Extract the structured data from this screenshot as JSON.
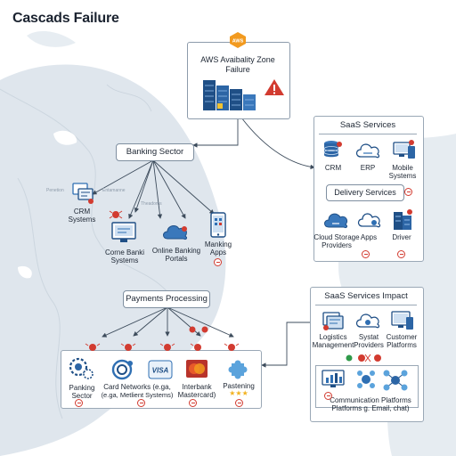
{
  "title": "Cascads Failure",
  "aws": {
    "badge": "AWS",
    "line1": "AWS Avaibality Zone",
    "line2": "Failure"
  },
  "banking": {
    "header": "Banking Sector",
    "crm": [
      "CRM",
      "Systems"
    ],
    "core": [
      "Corne Banki",
      "Systems"
    ],
    "online": [
      "Online Banking",
      "Portals"
    ],
    "mobile": [
      "Manking",
      "Apps"
    ]
  },
  "saas": {
    "header": "SaaS Services",
    "items": [
      "CRM",
      "ERP",
      "Mobile",
      "Systems"
    ],
    "delivery_header": "Delivery Services",
    "delivery_items": [
      [
        "Cloud Storage",
        "Providers"
      ],
      [
        "Apps"
      ],
      [
        "Driver"
      ]
    ]
  },
  "payments": {
    "header": "Payments Processing",
    "items": [
      [
        "Panking",
        "Sector"
      ],
      [
        "Card Networks (e.ga,",
        "(e.ga, Metlient Systems)"
      ],
      [
        "Interbank",
        "Mastercard)"
      ],
      [
        "Pastening",
        "★★★"
      ]
    ],
    "visa_text": "VISA"
  },
  "impact": {
    "header": "SaaS Services Impact",
    "items": [
      [
        "Logistics",
        "Management"
      ],
      [
        "Systat",
        "Providers"
      ],
      [
        "Customer",
        "Platforms"
      ]
    ],
    "comm": [
      "Communication Platforms",
      "Platforms g. Email, chat)"
    ]
  },
  "colors": {
    "accent_red": "#d23b30",
    "accent_blue": "#2f6fb3",
    "aws_orange": "#f29a1f",
    "map": "#dde5ec"
  },
  "icons": [
    "server-icon",
    "warning-icon",
    "database-icon",
    "monitor-icon",
    "cloud-icon",
    "phone-icon",
    "gear-icon",
    "error-icon",
    "network-icon"
  ]
}
